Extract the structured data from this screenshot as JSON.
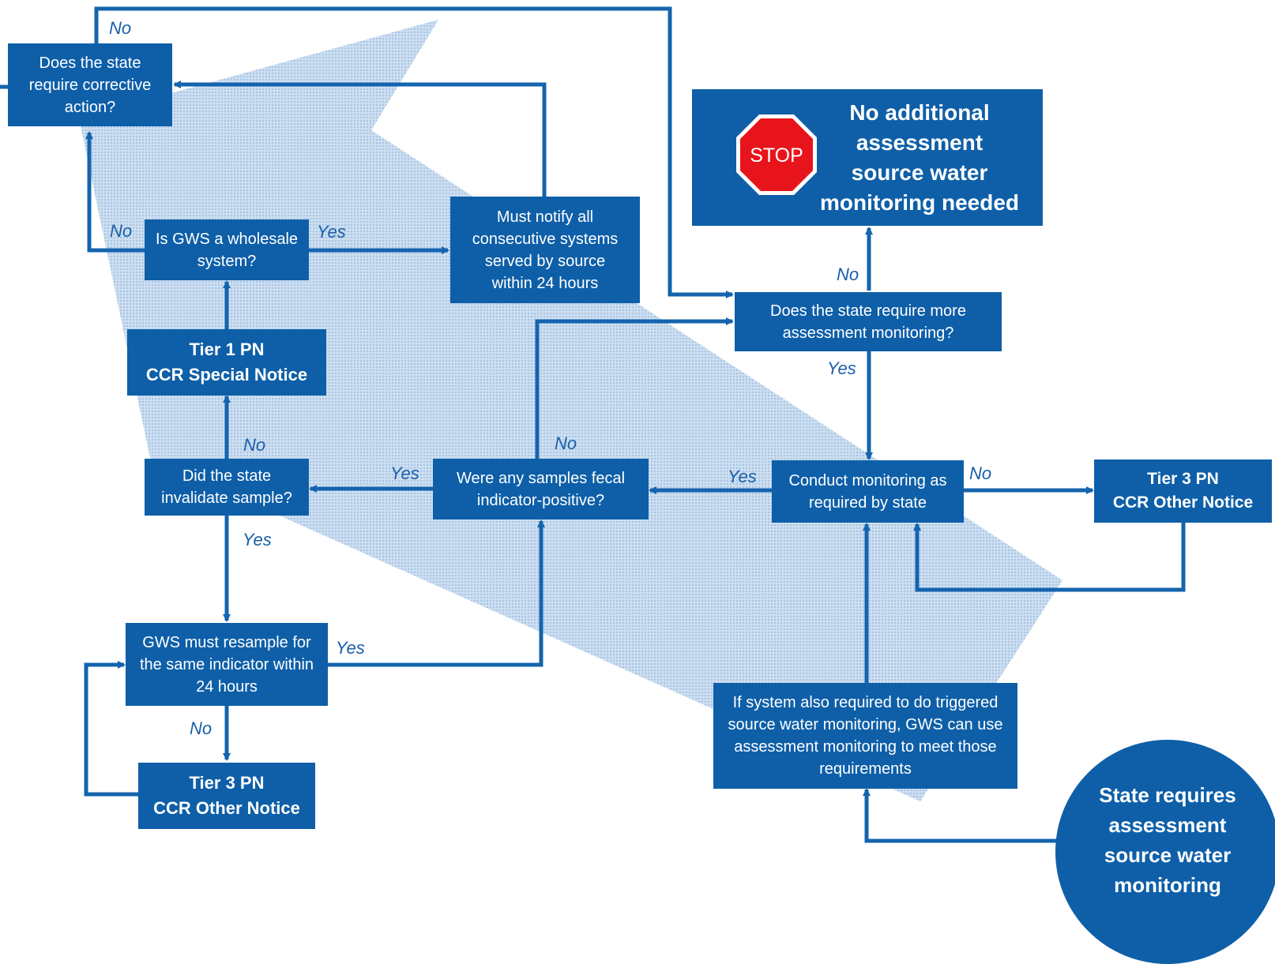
{
  "boxes": {
    "corrective_action": "Does the state require corrective action?",
    "wholesale": "Is GWS a wholesale system?",
    "notify_consecutive": "Must notify all consecutive systems served by source within 24 hours",
    "tier1": [
      "Tier 1 PN",
      "CCR Special Notice"
    ],
    "invalidate": "Did the state invalidate sample?",
    "fecal_positive": "Were any samples fecal indicator-positive?",
    "conduct_monitoring": "Conduct monitoring as required by state",
    "tier3_right": [
      "Tier 3 PN",
      "CCR Other Notice"
    ],
    "resample": "GWS must resample for the same indicator within 24 hours",
    "tier3_left": [
      "Tier 3 PN",
      "CCR Other Notice"
    ],
    "triggered_source": "If system also required to do triggered source water monitoring, GWS can use assessment monitoring to meet those requirements",
    "more_assessment": "Does the state require more assessment monitoring?",
    "no_additional": "No additional assessment source water monitoring needed",
    "stop_sign": "STOP",
    "start_circle": "State requires assessment source water monitoring"
  },
  "labels": {
    "top_no": "No",
    "wholesale_no": "No",
    "wholesale_yes": "Yes",
    "more_no": "No",
    "more_yes": "Yes",
    "invalidate_no": "No",
    "fecal_no": "No",
    "invalidate_yes_in": "Yes",
    "conduct_yes": "Yes",
    "conduct_no": "No",
    "invalidate_yes_out": "Yes",
    "resample_yes": "Yes",
    "resample_no": "No"
  },
  "colors": {
    "box_fill": "#0e5fa8",
    "arrow": "#1464ae",
    "label": "#1a5fa8",
    "background_arrow": "#a9c7e6",
    "stop_red": "#e8141c"
  }
}
